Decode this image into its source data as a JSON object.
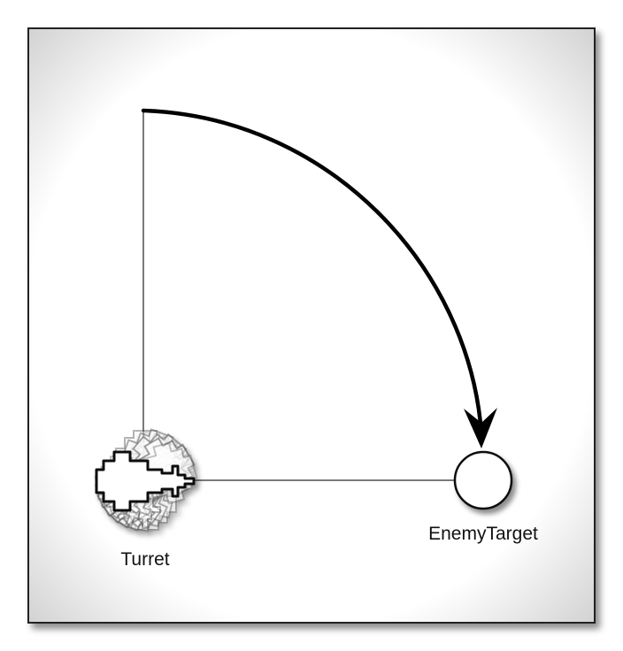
{
  "labels": {
    "turret": "Turret",
    "target": "EnemyTarget"
  },
  "colors": {
    "frame_border": "#222222",
    "background": "#ffffff",
    "vignette": "#cfcfcf",
    "guide_line": "#7a7a7a",
    "arc": "#000000",
    "turret_fill": "#ffffff",
    "turret_stroke": "#111111",
    "ghost_stroke": "#555555"
  },
  "icons": {
    "turret": "turret-icon",
    "target": "enemy-target-icon",
    "arc": "rotation-arc-arrow"
  }
}
